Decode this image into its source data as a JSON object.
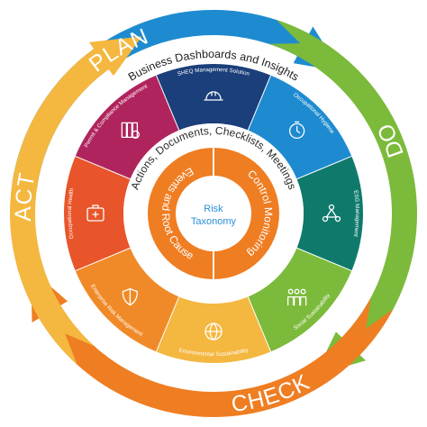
{
  "cycle": [
    {
      "key": "plan",
      "label": "PLAN",
      "color": "#1e8bd0"
    },
    {
      "key": "do",
      "label": "DO",
      "color": "#7cba3b"
    },
    {
      "key": "check",
      "label": "CHECK",
      "color": "#ef7d22"
    },
    {
      "key": "act",
      "label": "ACT",
      "color": "#f4b73f"
    }
  ],
  "outer_ring_label": "Business Dashboards and Insights",
  "middle_ring_label": "Actions, Documents, Checklists, Meetings",
  "center_label": [
    "Risk",
    "Taxonomy"
  ],
  "inner_ring": [
    {
      "key": "events",
      "label": "Events and Root Cause",
      "color": "#ef7d22"
    },
    {
      "key": "control",
      "label": "Control Monitoring",
      "color": "#ef7d22"
    }
  ],
  "segments": [
    {
      "key": "sheq",
      "label": "SHEQ Management Solution",
      "color": "#1b3f7a",
      "icon": "helmet-icon"
    },
    {
      "key": "hygiene",
      "label": "Occupational Hygiene",
      "color": "#1e8bd0",
      "icon": "timer-icon"
    },
    {
      "key": "esg",
      "label": "ESG Management",
      "color": "#0f7a6c",
      "icon": "esg-network-icon"
    },
    {
      "key": "social",
      "label": "Social Sustainability",
      "color": "#7cba3b",
      "icon": "people-icon"
    },
    {
      "key": "environmental",
      "label": "Environmental Sustainability",
      "color": "#f4b73f",
      "icon": "globe-icon"
    },
    {
      "key": "enterprise",
      "label": "Enterprise Risk Management",
      "color": "#f08a28",
      "icon": "shield-icon"
    },
    {
      "key": "health",
      "label": "Occupational Health",
      "color": "#e8552a",
      "icon": "first-aid-icon"
    },
    {
      "key": "permit",
      "label": "Permit & Compliance Management",
      "color": "#b0245e",
      "icon": "binders-icon"
    }
  ]
}
